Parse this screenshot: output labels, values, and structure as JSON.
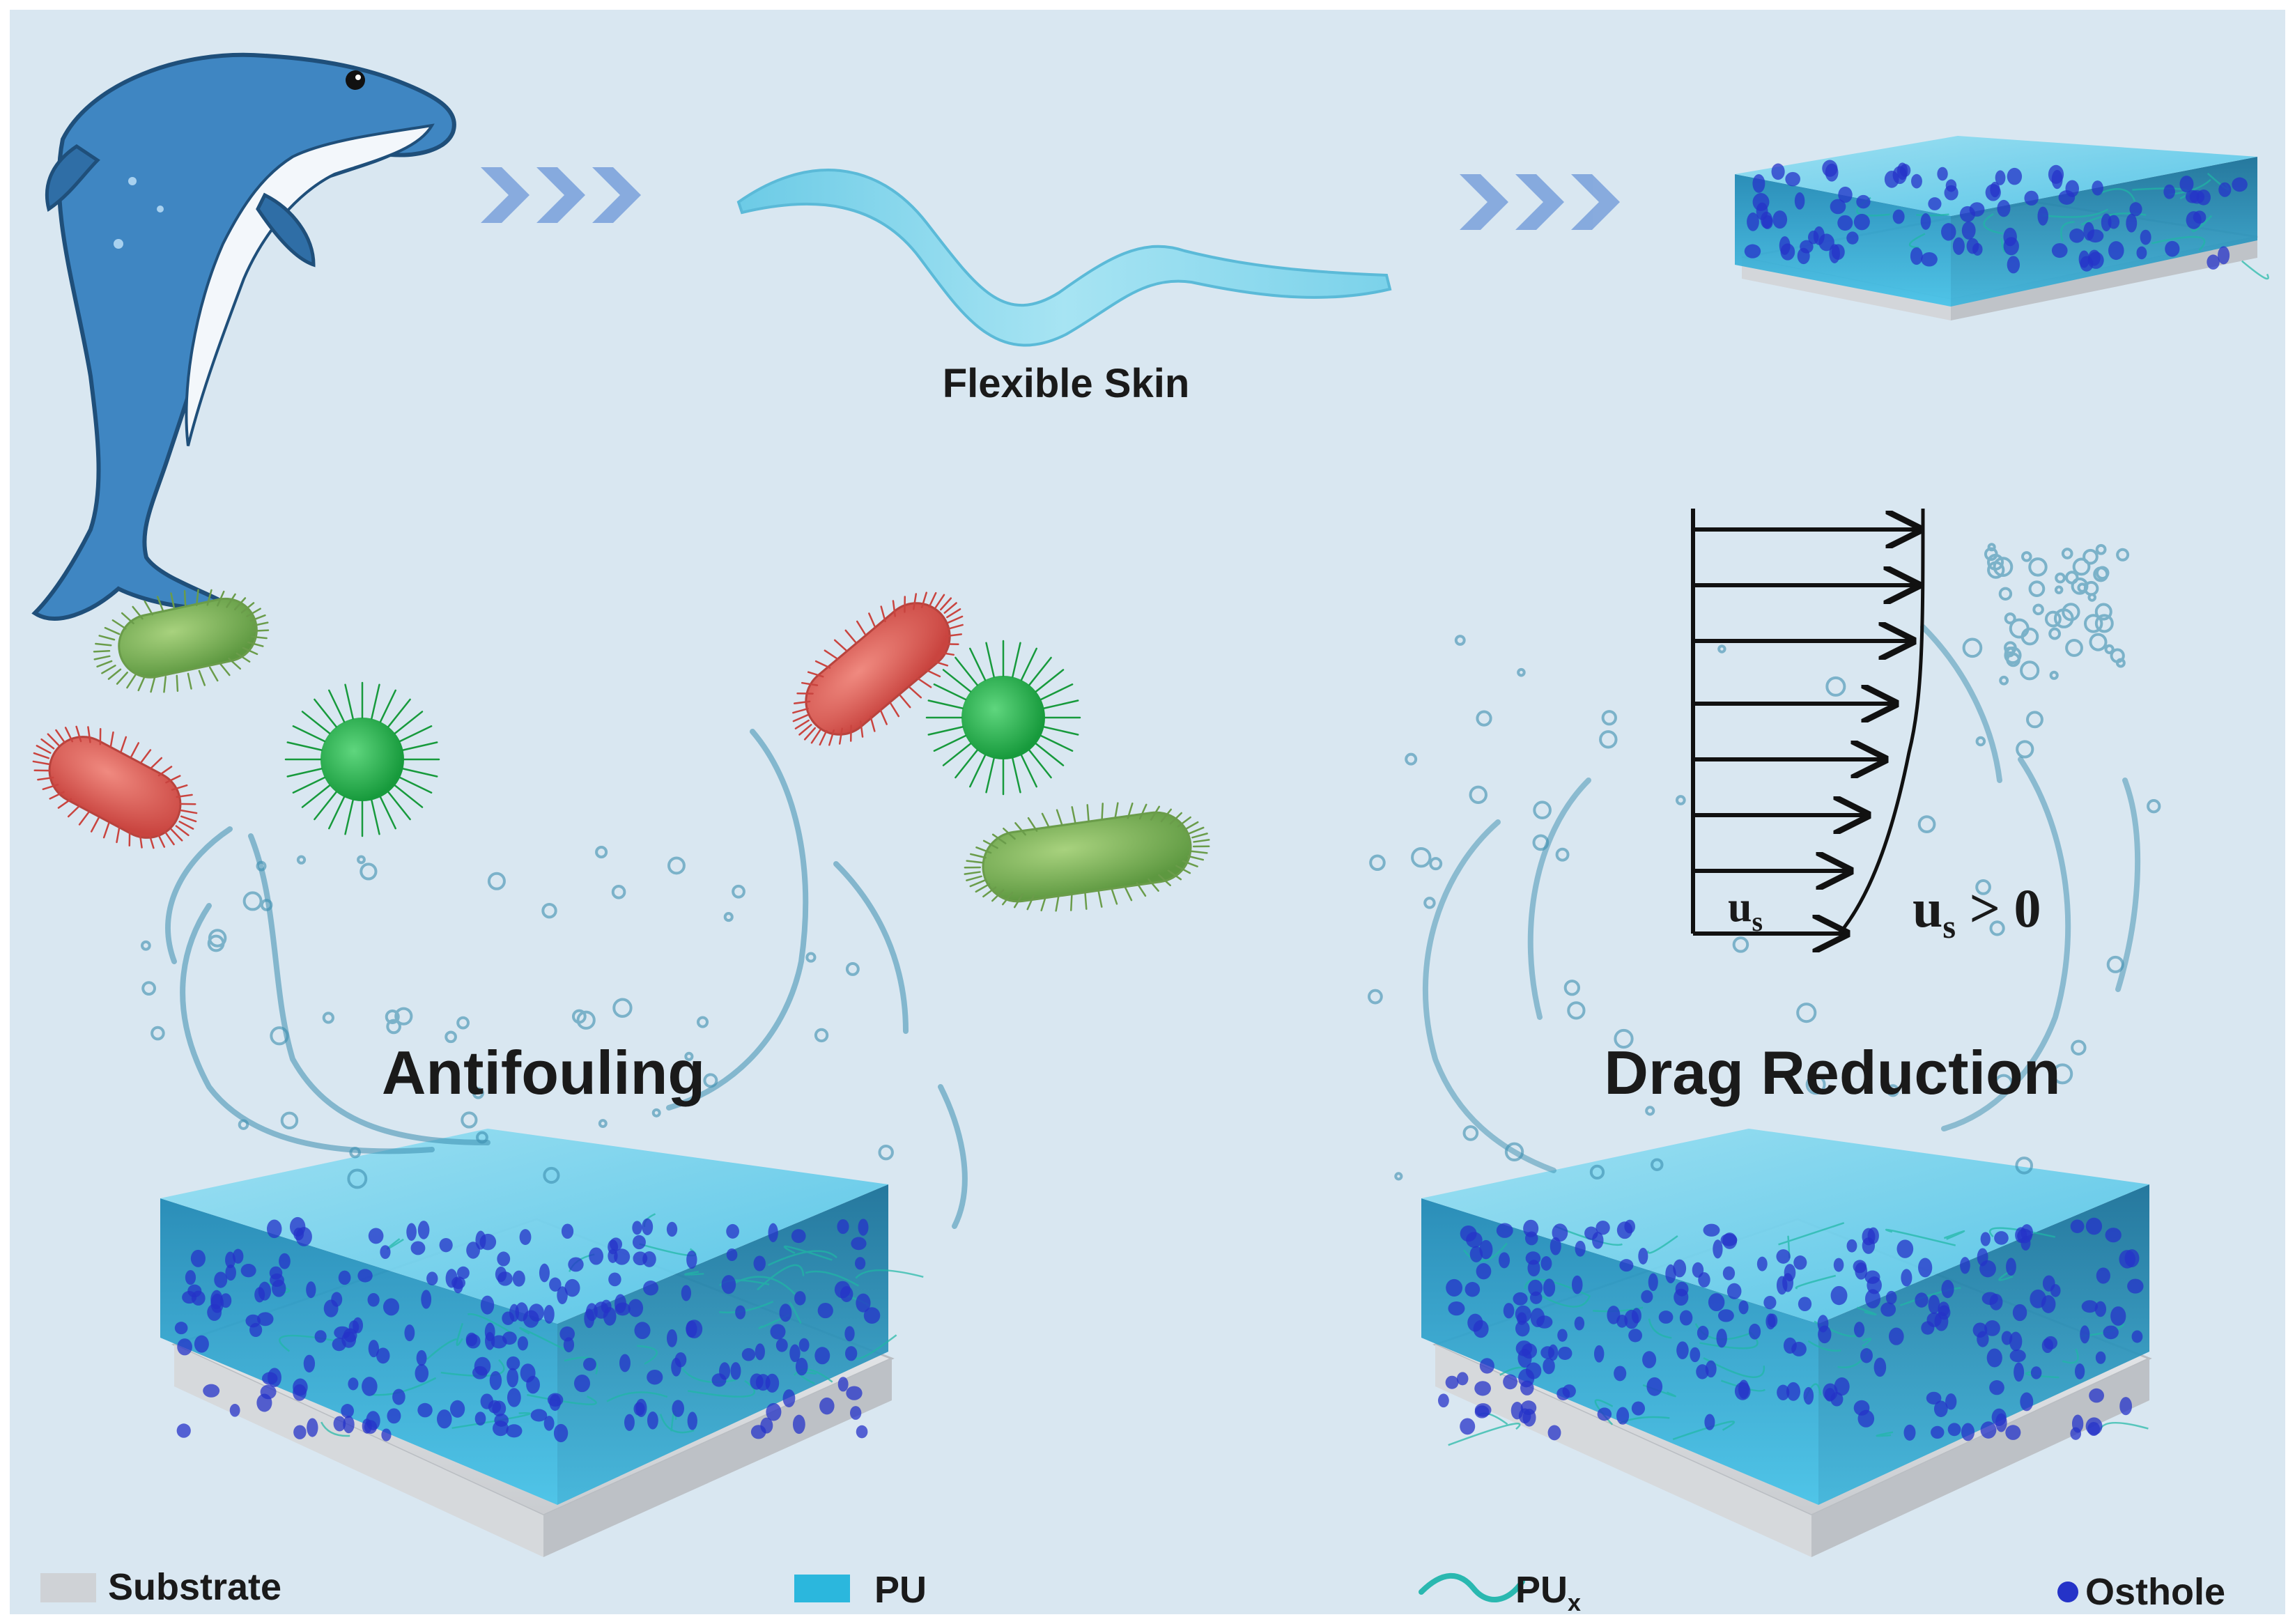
{
  "labels": {
    "flexible_skin": "Flexible Skin",
    "antifouling": "Antifouling",
    "drag_reduction": "Drag Reduction",
    "us_profile": "u",
    "us_profile_sub": "s",
    "us_condition": "u",
    "us_condition_sub": "s",
    "us_condition_rest": " > 0"
  },
  "legend": [
    {
      "label": "Substrate",
      "color": "#cfd2d6"
    },
    {
      "label": "PU",
      "color": "#2bb7dd"
    },
    {
      "label": "PU",
      "sub": "x",
      "color": "#2ab8b0"
    },
    {
      "label": "Osthole",
      "color": "#2533c8"
    }
  ],
  "colors": {
    "background": "#d9e7f1",
    "arrow": "#7ea4dc",
    "gel_top": "#7fd3ec",
    "gel_side": "#2aa4d4",
    "gel_dark": "#1b6f93",
    "substrate": "#e9ebee",
    "bacteria_red": "#e0615a",
    "bacteria_green": "#7fb35a",
    "spiky_green": "#22b04b",
    "dolphin": "#3f86c2"
  },
  "icons": [
    "dolphin-icon",
    "chevron-arrows-icon",
    "bacteria-icon",
    "water-splash-icon"
  ]
}
